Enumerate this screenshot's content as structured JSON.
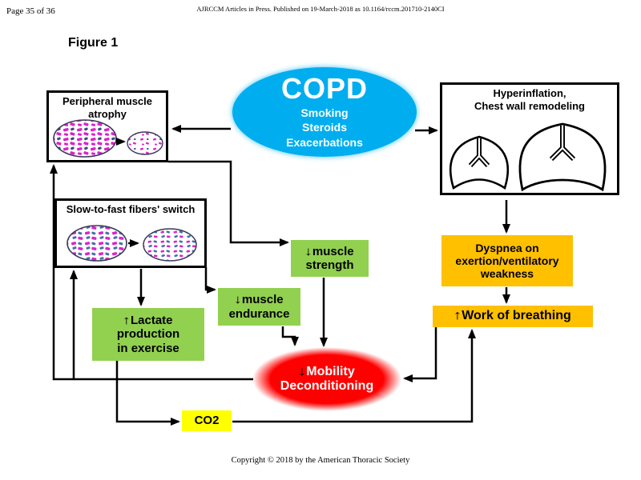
{
  "page": {
    "page_label": "Page 35 of 36",
    "header": "AJRCCM Articles in Press. Published on 19-March-2018 as 10.1164/rccm.201710-2140CI",
    "figure_title": "Figure 1",
    "footer": "Copyright © 2018 by the American Thoracic Society"
  },
  "diagram": {
    "copd": {
      "title": "COPD",
      "subtitle": "Smoking\nSteroids\nExacerbations"
    },
    "atrophy_box": {
      "label": "Peripheral muscle\natrophy"
    },
    "lungs_box": {
      "label": "Hyperinflation,\nChest wall remodeling"
    },
    "fibers_box": {
      "label": "Slow-to-fast fibers' switch"
    },
    "strength_box": {
      "arrow": "↓",
      "label": "muscle strength"
    },
    "endurance_box": {
      "arrow": "↓",
      "label": "muscle endurance"
    },
    "lactate_box": {
      "arrow": "↑",
      "label": "Lactate production\nin exercise"
    },
    "dyspnea_box": {
      "label": "Dyspnea on\nexertion/ventilatory\nweakness"
    },
    "wob_box": {
      "arrow": "↑",
      "label": "Work of breathing"
    },
    "mobility_node": {
      "arrow": "↓",
      "label": "Mobility\nDeconditioning"
    },
    "co2_box": {
      "label": "CO2"
    },
    "colors": {
      "copd_blue": "#00AEEF",
      "node_green": "#92D050",
      "node_orange": "#FFC000",
      "mobility_red": "#FF0000",
      "co2_yellow": "#FFFF00",
      "fiber_magenta": "#DD22CC",
      "fiber_blue": "#4472A8"
    }
  }
}
